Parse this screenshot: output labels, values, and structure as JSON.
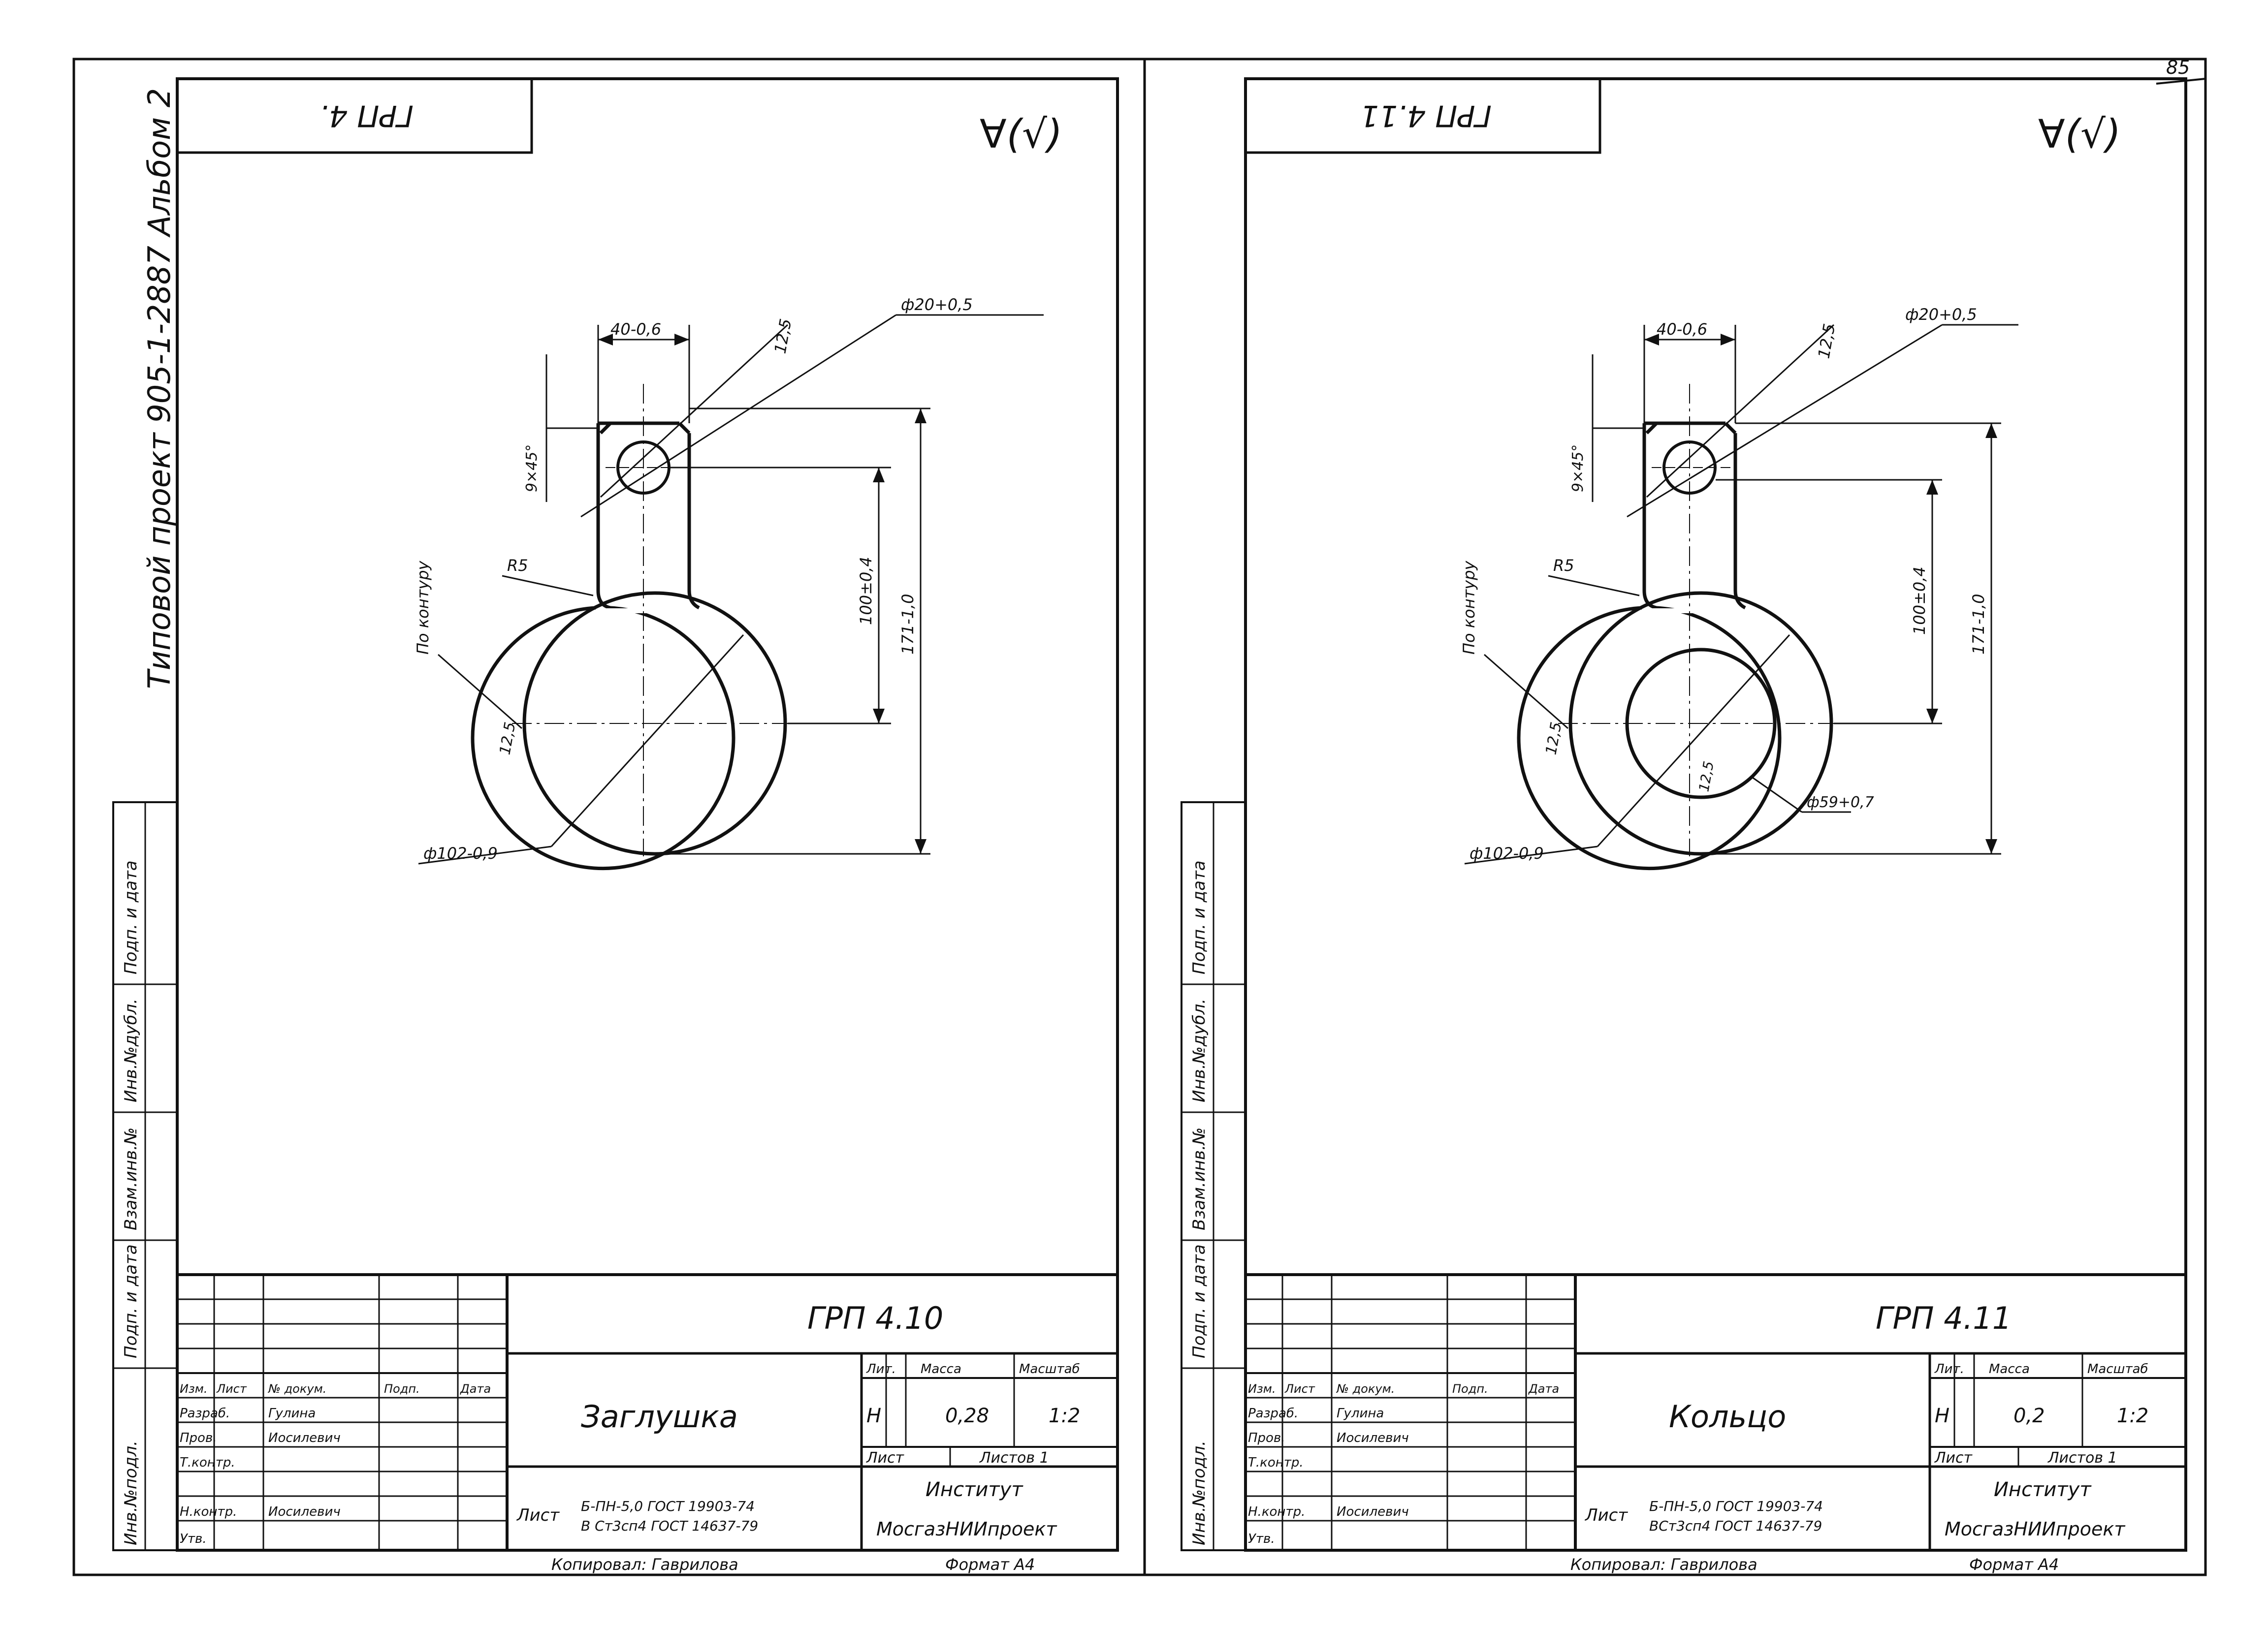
{
  "page_number": "85",
  "album_note": "Типовой проект 905-1-2887 Альбом 2",
  "side_labels": [
    "Инв.№подл.",
    "Подп. и дата",
    "Взам.инв.№",
    "Инв.№дубл.",
    "Подп. и дата"
  ],
  "sheets": [
    {
      "rotated_code": "ГРП 4.",
      "roughness": "∀(√)",
      "dims": {
        "width": "40-0,6",
        "corner": "12,5",
        "hole": "ф20+0,5",
        "chamfer": "9×45°",
        "r": "R5",
        "contour": "По контуру",
        "center": "100±0,4",
        "overall": "171-1,0",
        "edge": "12,5",
        "outer": "ф102-0,9"
      },
      "title_block": {
        "doc_code": "ГРП 4.10",
        "name": "Заглушка",
        "stage": "Н",
        "mass": "0,28",
        "scale": "1:2",
        "col_lit": "Лит.",
        "col_mass": "Масса",
        "col_scale": "Масштаб",
        "sheet": "Лист",
        "sheets_total": "Листов 1",
        "material_word": "Лист",
        "material_1": "Б-ПН-5,0 ГОСТ 19903-74",
        "material_2": "В Ст3сп4 ГОСТ 14637-79",
        "org_1": "Институт",
        "org_2": "МосгазНИИпроект",
        "hdr_izm": "Изм.",
        "hdr_list": "Лист",
        "hdr_doc": "№ докум.",
        "hdr_sign": "Подп.",
        "hdr_date": "Дата",
        "role_1": "Разраб.",
        "name_1": "Гулина",
        "role_2": "Пров.",
        "name_2": "Иосилевич",
        "role_3": "Т.контр.",
        "role_4": "Н.контр.",
        "name_4": "Иосилевич",
        "role_5": "Утв.",
        "copied": "Копировал: Гаврилова",
        "format": "Формат А4"
      }
    },
    {
      "rotated_code": "ГРП 4.11",
      "roughness": "∀(√)",
      "dims": {
        "width": "40-0,6",
        "corner": "12,5",
        "hole": "ф20+0,5",
        "chamfer": "9×45°",
        "r": "R5",
        "contour": "По контуру",
        "center": "100±0,4",
        "overall": "171-1,0",
        "edge": "12,5",
        "outer": "ф102-0,9",
        "inner_corner": "12,5",
        "inner": "ф59+0,7"
      },
      "title_block": {
        "doc_code": "ГРП 4.11",
        "name": "Кольцо",
        "stage": "Н",
        "mass": "0,2",
        "scale": "1:2",
        "col_lit": "Лит.",
        "col_mass": "Масса",
        "col_scale": "Масштаб",
        "sheet": "Лист",
        "sheets_total": "Листов 1",
        "material_word": "Лист",
        "material_1": "Б-ПН-5,0 ГОСТ 19903-74",
        "material_2": "ВСт3сп4 ГОСТ 14637-79",
        "org_1": "Институт",
        "org_2": "МосгазНИИпроект",
        "hdr_izm": "Изм.",
        "hdr_list": "Лист",
        "hdr_doc": "№ докум.",
        "hdr_sign": "Подп.",
        "hdr_date": "Дата",
        "role_1": "Разраб.",
        "name_1": "Гулина",
        "role_2": "Пров.",
        "name_2": "Иосилевич",
        "role_3": "Т.контр.",
        "role_4": "Н.контр.",
        "name_4": "Иосилевич",
        "role_5": "Утв.",
        "copied": "Копировал: Гаврилова",
        "format": "Формат А4"
      }
    }
  ]
}
